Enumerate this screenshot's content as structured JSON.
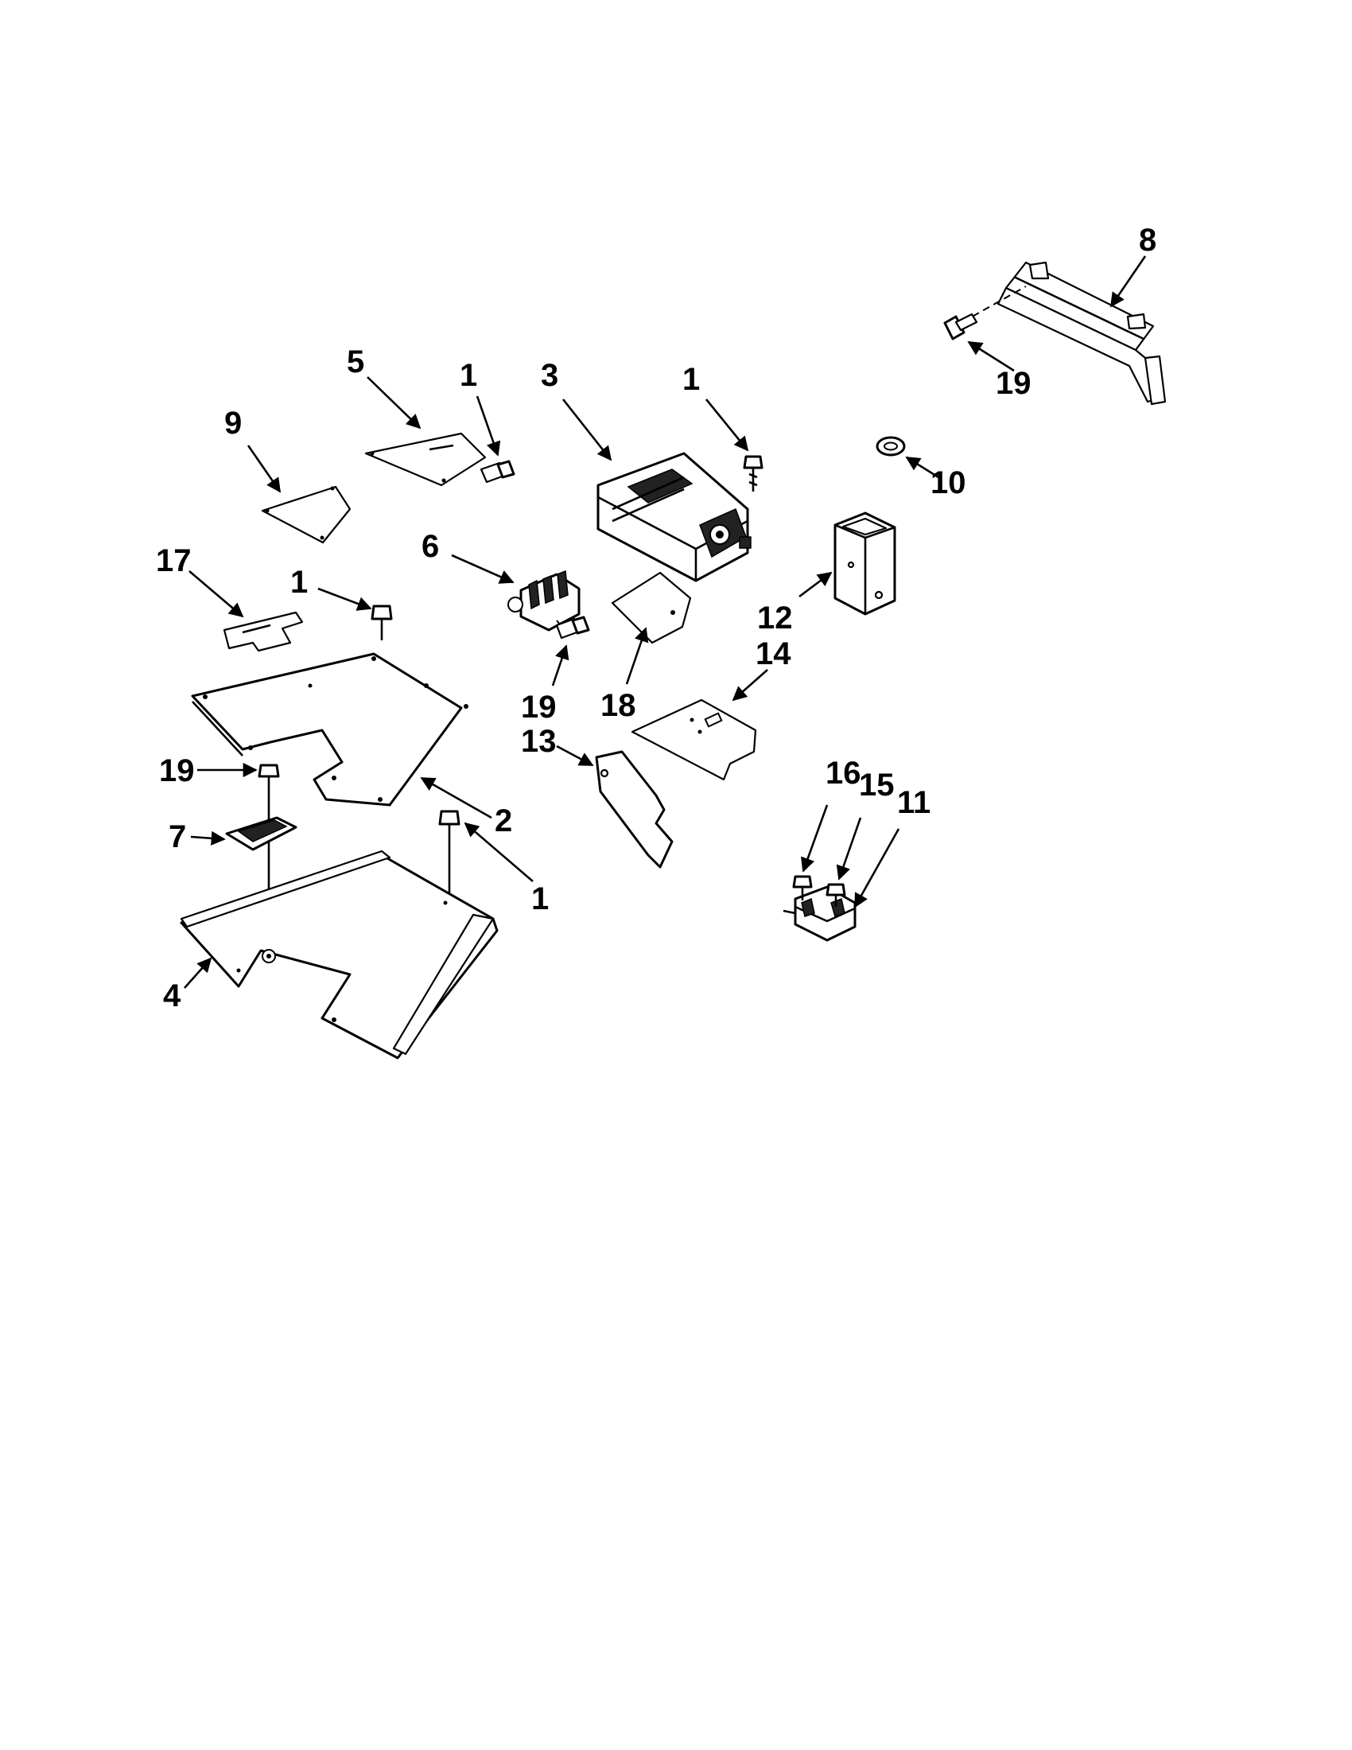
{
  "diagram": {
    "callouts": {
      "c1a": "1",
      "c1b": "1",
      "c1c": "1",
      "c1d": "1",
      "c2": "2",
      "c3": "3",
      "c4": "4",
      "c5": "5",
      "c6": "6",
      "c7": "7",
      "c8": "8",
      "c9": "9",
      "c10": "10",
      "c11": "11",
      "c12": "12",
      "c13": "13",
      "c14": "14",
      "c15": "15",
      "c16": "16",
      "c17": "17",
      "c18": "18",
      "c19a": "19",
      "c19b": "19",
      "c19c": "19"
    }
  }
}
